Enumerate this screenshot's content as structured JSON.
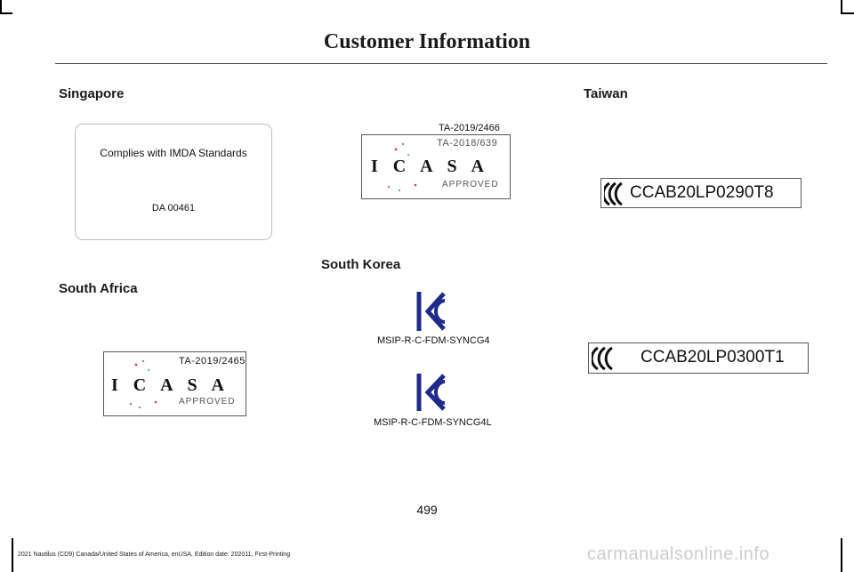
{
  "page": {
    "title": "Customer Information",
    "page_number": "499",
    "footer": "2021 Nautilus (CD9) Canada/United States of America, enUSA, Edition date: 202011, First-Printing",
    "watermark": "carmanualsonline.info"
  },
  "sections": {
    "singapore": {
      "heading": "Singapore",
      "line1": "Complies with IMDA Standards",
      "line2": "DA 00461"
    },
    "south_africa": {
      "heading": "South Africa",
      "label_top": {
        "caption": "TA-2019/2466",
        "inner_number": "TA-2018/639",
        "word": "I C A S A",
        "approved": "APPROVED"
      },
      "label_bottom": {
        "number": "TA-2019/2465",
        "word": "I C A S A",
        "approved": "APPROVED"
      }
    },
    "south_korea": {
      "heading": "South Korea",
      "cert1": "MSIP-R-C-FDM-SYNCG4",
      "cert2": "MSIP-R-C-FDM-SYNCG4L"
    },
    "taiwan": {
      "heading": "Taiwan",
      "code1": "CCAB20LP0290T8",
      "code2": "CCAB20LP0300T1"
    }
  }
}
